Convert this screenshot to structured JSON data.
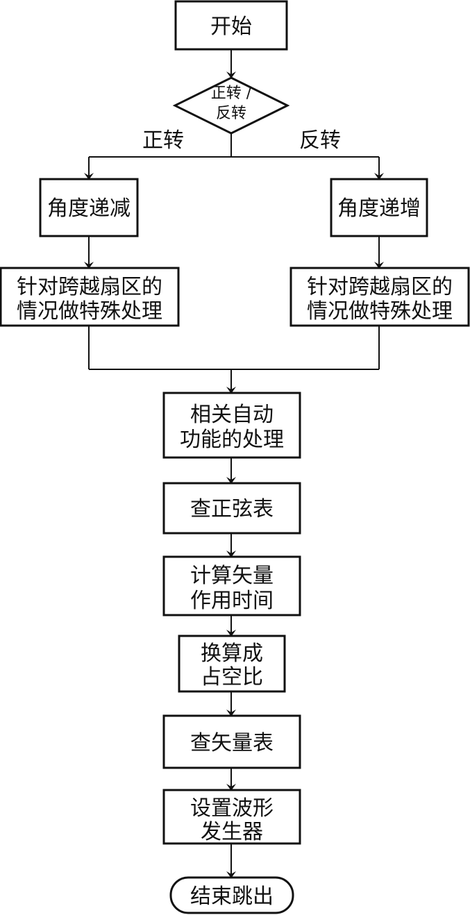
{
  "flowchart": {
    "start": "开始",
    "decision": [
      "正转 /",
      "反转"
    ],
    "branch_labels": {
      "forward": "正转",
      "reverse": "反转"
    },
    "left_branch": {
      "step1": "角度递减",
      "step2": [
        "针对跨越扇区的",
        "情况做特殊处理"
      ]
    },
    "right_branch": {
      "step1": "角度递增",
      "step2": [
        "针对跨越扇区的",
        "情况做特殊处理"
      ]
    },
    "steps": {
      "auto_function": [
        "相关自动",
        "功能的处理"
      ],
      "sine_table": "查正弦表",
      "vector_time": [
        "计算矢量",
        "作用时间"
      ],
      "duty_cycle": [
        "换算成",
        "占空比"
      ],
      "vector_table": "查矢量表",
      "waveform": [
        "设置波形",
        "发生器"
      ]
    },
    "end": "结束跳出"
  }
}
